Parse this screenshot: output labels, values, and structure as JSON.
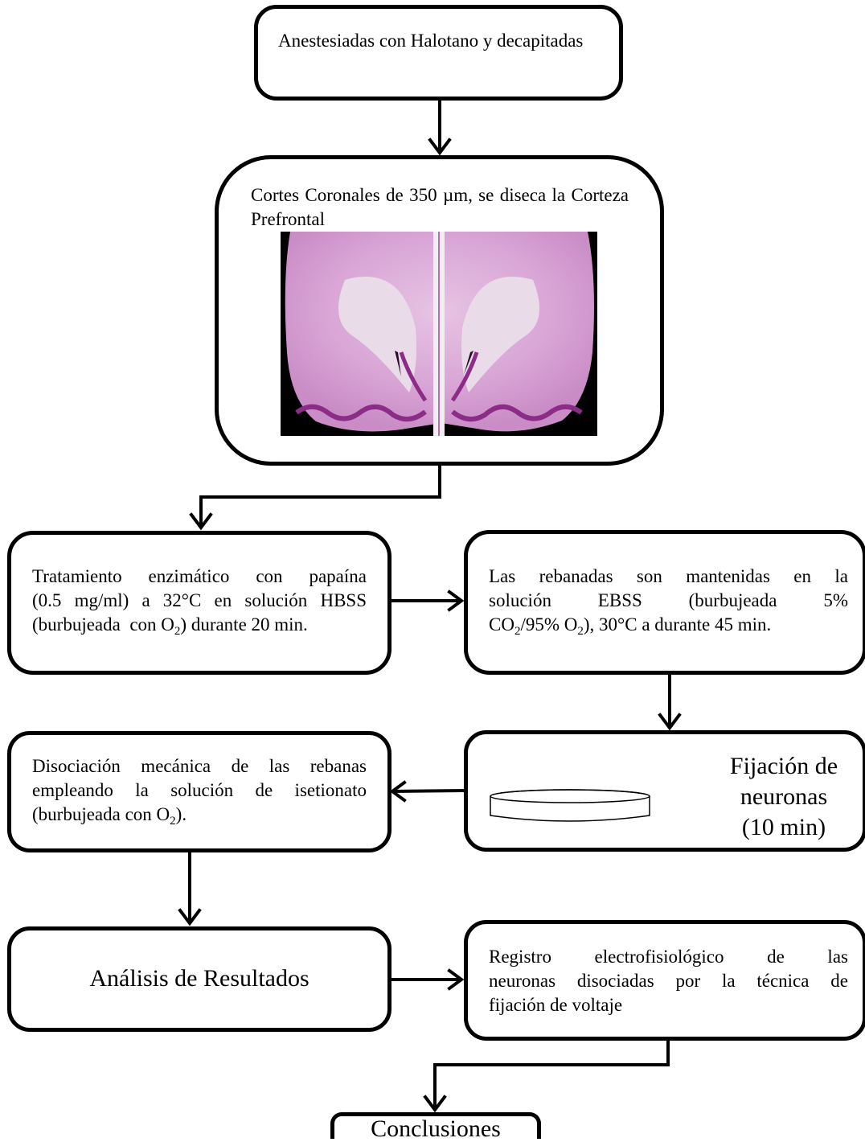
{
  "nodes": {
    "anestesia": {
      "text": "Anestesiadas con Halotano y decapitadas"
    },
    "cortes": {
      "text": "Cortes Coronales de 350 µm, se diseca la Corteza Prefrontal"
    },
    "tratamiento": {
      "line1": "Tratamiento enzimático con papaína",
      "line2": "(0.5 mg/ml) a 32°C en solución HBSS",
      "line3_a": "(burbujeada  con O",
      "line3_sub": "2",
      "line3_b": ") durante 20 min."
    },
    "rebanadas": {
      "line1": "Las rebanadas son mantenidas en la",
      "line2": "solución EBSS (burbujeada 5%",
      "line3_a": "CO",
      "line3_sub1": "2",
      "line3_b": "/95% O",
      "line3_sub2": "2",
      "line3_c": "), 30°C a durante 45 min."
    },
    "disociacion": {
      "line1": "Disociación mecánica de las rebanas",
      "line2": "empleando la solución de isetionato",
      "line3_a": "(burbujeada con O",
      "line3_sub": "2",
      "line3_b": ")."
    },
    "fijacion": {
      "line1": "Fijación de",
      "line2": "neuronas",
      "line3": "(10 min)"
    },
    "analisis": {
      "text": "Análisis de Resultados"
    },
    "registro": {
      "line1": "Registro electrofisiológico de las",
      "line2": "neuronas disociadas por la técnica de",
      "line3": "fijación de voltaje"
    },
    "conclusiones": {
      "text": "Conclusiones"
    }
  }
}
